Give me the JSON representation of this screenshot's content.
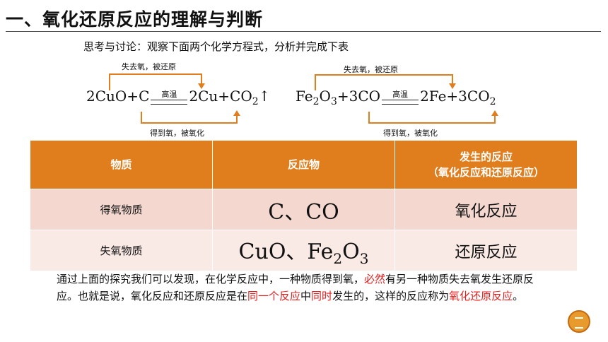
{
  "title": "一、氧化还原反应的理解与判断",
  "prompt": "思考与讨论：观察下面两个化学方程式，分析并完成下表",
  "equation1": {
    "lhs": "2CuO+C",
    "condition": "高温",
    "rhs_main": "2Cu+CO",
    "rhs_sub": "2",
    "gas": "↑",
    "top_label": "失去氧，被还原",
    "bottom_label": "得到氧，被氧化"
  },
  "equation2": {
    "lhs_a": "Fe",
    "lhs_sub1": "2",
    "lhs_b": "O",
    "lhs_sub2": "3",
    "lhs_c": "+3CO",
    "condition": "高温",
    "rhs_main": "2Fe+3CO",
    "rhs_sub": "2",
    "top_label": "失去氧，被还原",
    "bottom_label": "得到氧，被氧化"
  },
  "table": {
    "headers": [
      "物质",
      "反应物",
      "发生的反应",
      "（氧化反应和还原反应）"
    ],
    "row1": {
      "label": "得氧物质",
      "reactant": "C、CO",
      "reaction": "氧化反应"
    },
    "row2": {
      "label": "失氧物质",
      "reactant_a": "CuO、Fe",
      "reactant_sub1": "2",
      "reactant_b": "O",
      "reactant_sub2": "3",
      "reaction": "还原反应"
    }
  },
  "summary": {
    "p1": "通过上面的探究我们可以发现，在化学反应中，一种物质得到氧，",
    "r1": "必然",
    "p2": "有另一种物质失去氧发生还原反应。也就是说，氧化反应和还原反应是在",
    "r2": "同一个反应",
    "p3": "中",
    "r3": "同时",
    "p4": "发生的，这样的反应称为",
    "r4": "氧化还原反应",
    "p5": "。"
  }
}
